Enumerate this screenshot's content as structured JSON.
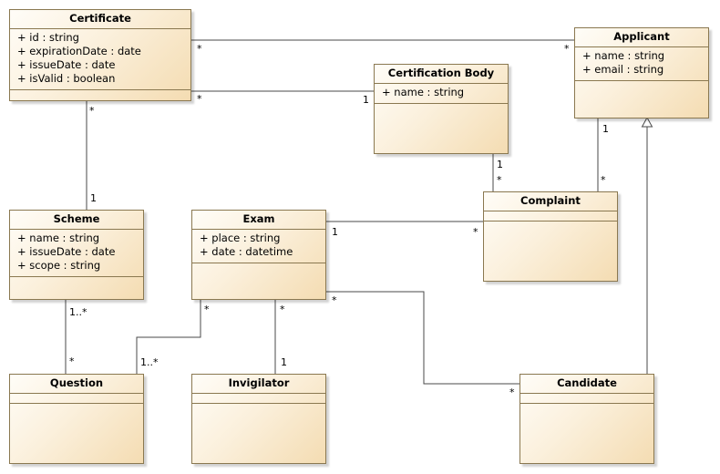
{
  "classes": {
    "certificate": {
      "name": "Certificate",
      "attributes": [
        "+ id : string",
        "+ expirationDate : date",
        "+ issueDate : date",
        "+ isValid : boolean"
      ]
    },
    "certification_body": {
      "name": "Certification Body",
      "attributes": [
        "+ name : string"
      ]
    },
    "applicant": {
      "name": "Applicant",
      "attributes": [
        "+ name : string",
        "+ email : string"
      ]
    },
    "scheme": {
      "name": "Scheme",
      "attributes": [
        "+ name : string",
        "+ issueDate : date",
        "+ scope : string"
      ]
    },
    "exam": {
      "name": "Exam",
      "attributes": [
        "+ place : string",
        "+ date : datetime"
      ]
    },
    "complaint": {
      "name": "Complaint",
      "attributes": []
    },
    "question": {
      "name": "Question",
      "attributes": []
    },
    "invigilator": {
      "name": "Invigilator",
      "attributes": []
    },
    "candidate": {
      "name": "Candidate",
      "attributes": []
    }
  },
  "associations": [
    {
      "from": "Certificate",
      "to": "Applicant",
      "from_mult": "*",
      "to_mult": "*"
    },
    {
      "from": "Certificate",
      "to": "Certification Body",
      "from_mult": "*",
      "to_mult": "1"
    },
    {
      "from": "Certificate",
      "to": "Scheme",
      "from_mult": "*",
      "to_mult": "1"
    },
    {
      "from": "Certification Body",
      "to": "Complaint",
      "from_mult": "1",
      "to_mult": "*"
    },
    {
      "from": "Applicant",
      "to": "Complaint",
      "from_mult": "1",
      "to_mult": "*"
    },
    {
      "from": "Exam",
      "to": "Complaint",
      "from_mult": "1",
      "to_mult": "*"
    },
    {
      "from": "Scheme",
      "to": "Question",
      "from_mult": "1..*",
      "to_mult": "*"
    },
    {
      "from": "Exam",
      "to": "Question",
      "from_mult": "*",
      "to_mult": "1..*"
    },
    {
      "from": "Exam",
      "to": "Invigilator",
      "from_mult": "*",
      "to_mult": "1"
    },
    {
      "from": "Exam",
      "to": "Candidate",
      "from_mult": "*",
      "to_mult": "*"
    }
  ],
  "generalizations": [
    {
      "child": "Candidate",
      "parent": "Applicant"
    }
  ],
  "colors": {
    "line": "#4a4a4a",
    "border": "#8a7850",
    "fill_light": "#fffdf8",
    "fill_dark": "#f4dcb2"
  }
}
